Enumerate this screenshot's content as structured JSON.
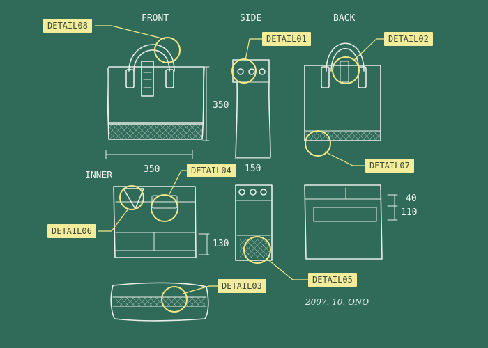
{
  "views": {
    "front": "FRONT",
    "side": "SIDE",
    "back": "BACK",
    "inner": "INNER"
  },
  "dimensions": {
    "front_height": "350",
    "front_width": "350",
    "side_width": "150",
    "inner_height": "130",
    "back_pocket_top": "40",
    "back_pocket_bottom": "110"
  },
  "callouts": {
    "detail01": "DETAIL01",
    "detail02": "DETAIL02",
    "detail03": "DETAIL03",
    "detail04": "DETAIL04",
    "detail05": "DETAIL05",
    "detail06": "DETAIL06",
    "detail07": "DETAIL07",
    "detail08": "DETAIL08"
  },
  "signature": "2007. 10. ONO",
  "colors": {
    "board": "#2f6b58",
    "callout_bg": "#f3ec9a",
    "chalk": "#e9eee9",
    "highlight": "#f3e98a"
  }
}
